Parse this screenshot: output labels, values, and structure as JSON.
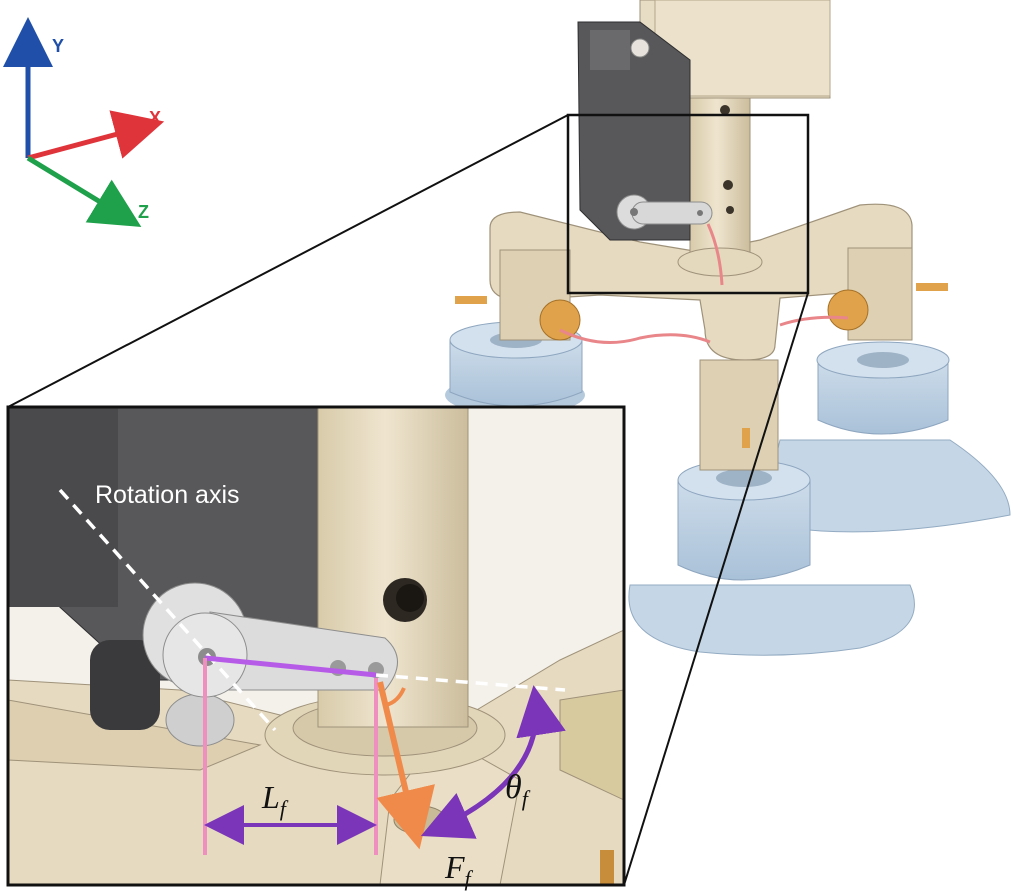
{
  "axes": {
    "y_label": "Y",
    "x_label": "X",
    "z_label": "Z",
    "colors": {
      "y": "#1f4fa8",
      "x": "#e0343b",
      "z": "#1fa04a"
    }
  },
  "inset": {
    "rotation_axis_label": "Rotation axis",
    "length_symbol": "L",
    "length_subscript": "f",
    "angle_symbol": "θ",
    "angle_subscript": "f",
    "force_symbol": "F",
    "force_subscript": "f",
    "colors": {
      "lever_line": "#b65be8",
      "pink_lines": "#ef8fc0",
      "dimension_arrow": "#7a35b8",
      "force_arrow": "#f08a4b",
      "angle_arc": "#7a35b8"
    }
  },
  "model_colors": {
    "body": "#e6dac0",
    "body_dark": "#cfc3a6",
    "servo": "#58585a",
    "suction_cup": "#bcd0e2",
    "wire": "#e9868a",
    "pin": "#e0a24a"
  }
}
